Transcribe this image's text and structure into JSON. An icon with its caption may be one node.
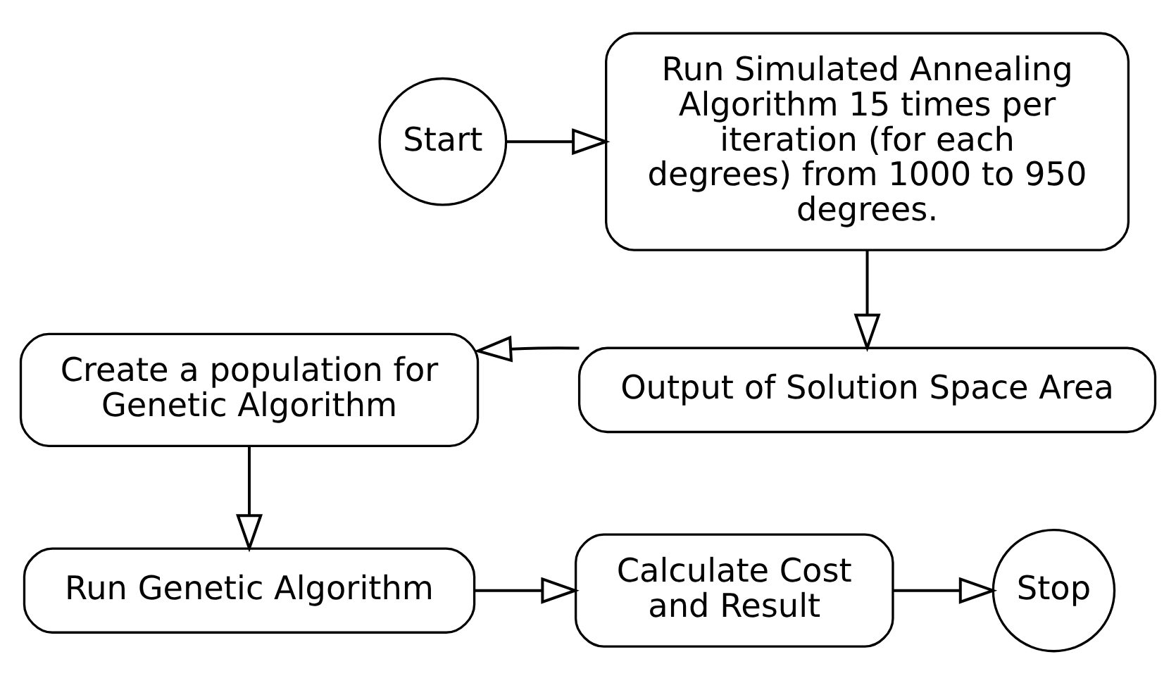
{
  "diagram": {
    "nodes": [
      {
        "text": [
          "Start"
        ]
      },
      {
        "text": [
          "Run Simulated Annealing Algorithm 15 times per iteration (for each degrees) from 1000 to 950 degrees."
        ]
      },
      {
        "text": [
          "Output of Solution Space Area"
        ]
      },
      {
        "text": [
          "Create a population for Genetic Algorithm"
        ]
      },
      {
        "text": [
          "Run Genetic Algorithm"
        ]
      },
      {
        "text": [
          "Calculate Cost and Result"
        ]
      },
      {
        "text": [
          "Stop"
        ]
      }
    ],
    "edges": [
      {
        "from": 0,
        "to": 1,
        "arrow": "to"
      },
      {
        "from": 1,
        "to": 2,
        "arrow": "to"
      },
      {
        "from": 2,
        "to": 3,
        "arrow": "to"
      },
      {
        "from": 3,
        "to": 4,
        "arrow": "to"
      },
      {
        "from": 4,
        "to": 5,
        "arrow": "to"
      },
      {
        "from": 5,
        "to": 6,
        "arrow": "to"
      }
    ]
  }
}
